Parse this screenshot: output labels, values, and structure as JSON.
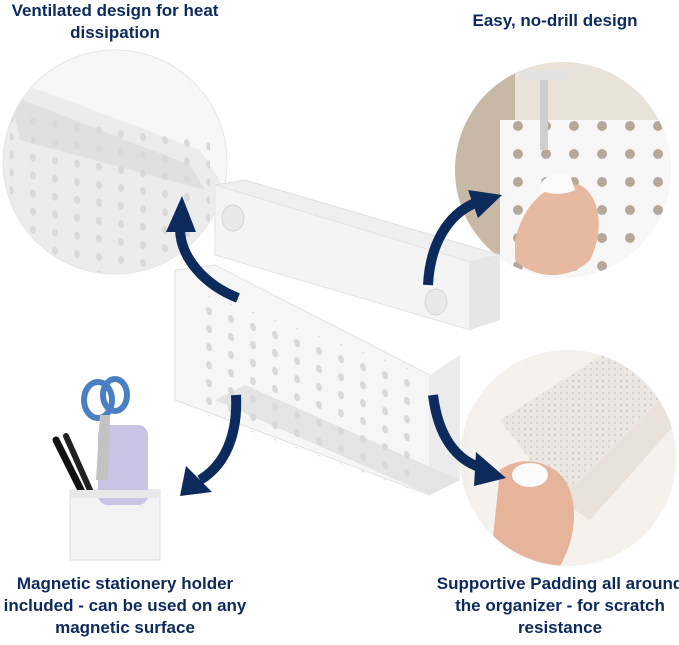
{
  "captions": {
    "top_left": "Ventilated design for heat dissipation",
    "top_right": "Easy, no-drill design",
    "bottom_left": "Magnetic stationery holder included - can be used on any magnetic surface",
    "bottom_right": "Supportive Padding all around the organizer - for scratch resistance"
  },
  "colors": {
    "text": "#0d2a5c",
    "arrow": "#0d2a5c",
    "product": "#f4f4f4"
  },
  "icons": [
    "curved-arrow-icon"
  ]
}
